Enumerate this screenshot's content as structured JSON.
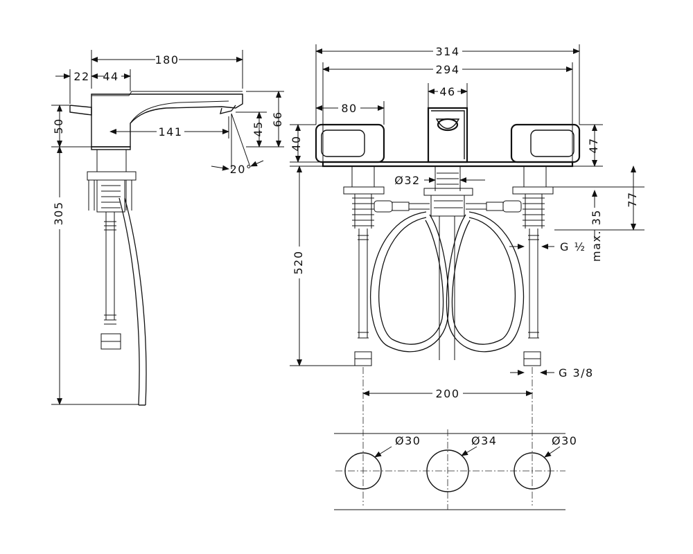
{
  "side_view": {
    "dims": {
      "overall_length": "180",
      "lever_offset": "22",
      "body_width": "44",
      "spout_reach": "141",
      "spout_height": "66",
      "outlet_height": "45",
      "body_height": "50",
      "deck_depth": "305",
      "outlet_angle": "20°"
    }
  },
  "front_view": {
    "dims": {
      "overall_width": "314",
      "inner_width": "294",
      "spout_width": "46",
      "handle_width": "80",
      "handle_height_left": "40",
      "handle_height_right": "47",
      "shank_diameter": "Ø32",
      "fixing_depth": "77",
      "max_deck": "max. 35",
      "outlet_thread": "G ½",
      "hose_length": "520",
      "inlet_thread": "G 3/8",
      "hole_spacing": "200"
    }
  },
  "hole_view": {
    "holes": [
      "Ø30",
      "Ø34",
      "Ø30"
    ]
  }
}
